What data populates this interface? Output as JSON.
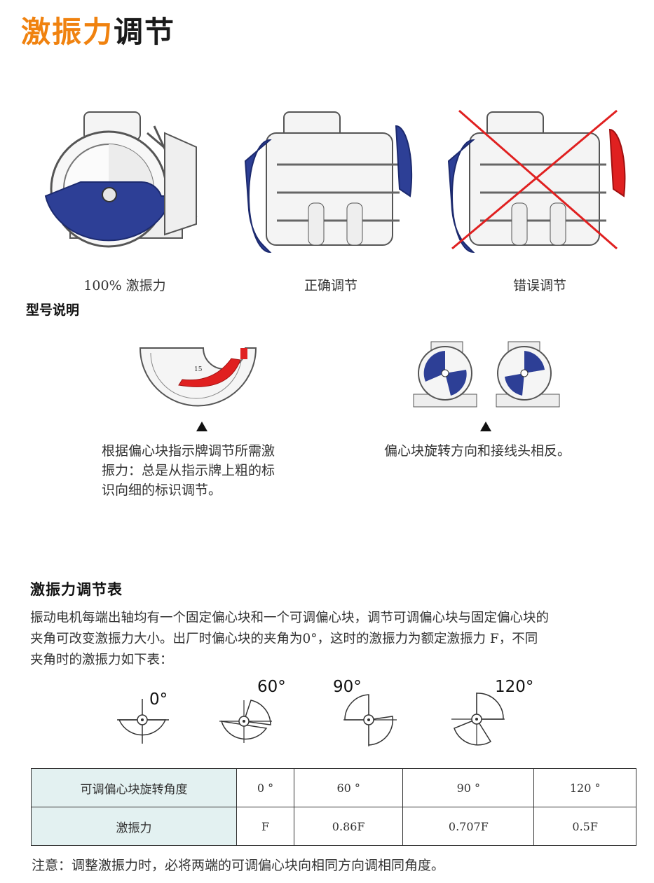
{
  "page_title": {
    "part1": "激振力",
    "part2": "调节"
  },
  "motors": [
    {
      "caption": "100% 激振力"
    },
    {
      "caption": "正确调节"
    },
    {
      "caption": "错误调节"
    }
  ],
  "model_section": {
    "heading": "型号说明",
    "plate_marker": "15",
    "note_left": [
      "根据偏心块指示牌调节所需激",
      "振力：总是从指示牌上粗的标",
      "识向细的标识调节。"
    ],
    "note_right": "偏心块旋转方向和接线头相反。"
  },
  "table_section": {
    "heading": "激振力调节表",
    "paragraph": [
      "振动电机每端出轴均有一个固定偏心块和一个可调偏心块，调节可调偏心块与固定偏心块的",
      "夹角可改变激振力大小。出厂时偏心块的夹角为0°，这时的激振力为额定激振力 F，不同",
      "夹角时的激振力如下表："
    ],
    "angle_labels": [
      "0°",
      "60°",
      "90°",
      "120°"
    ],
    "rows": [
      {
        "label": "可调偏心块旋转角度",
        "cells": [
          "0 °",
          "60 °",
          "90 °",
          "120 °"
        ]
      },
      {
        "label": "激振力",
        "cells": [
          "F",
          "0.86F",
          "0.707F",
          "0.5F"
        ]
      }
    ],
    "footnote": "注意：调整激振力时，必将两端的可调偏心块向相同方向调相同角度。"
  },
  "colors": {
    "accent_orange": "#f0820f",
    "weight_blue": "#2d3f96",
    "wrong_red": "#e02020",
    "table_header_bg": "#e3f1f1"
  }
}
